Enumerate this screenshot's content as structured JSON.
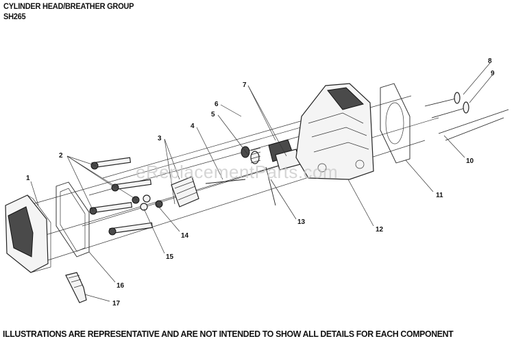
{
  "header": {
    "title": "CYLINDER HEAD/BREATHER GROUP",
    "model": "SH265"
  },
  "watermark": "eReplacementParts.com",
  "footer": "ILLUSTRATIONS ARE REPRESENTATIVE AND ARE NOT INTENDED TO SHOW ALL DETAILS FOR EACH COMPONENT",
  "callouts": {
    "c1": "1",
    "c2": "2",
    "c3": "3",
    "c4": "4",
    "c5": "5",
    "c6": "6",
    "c7": "7",
    "c8": "8",
    "c9": "9",
    "c10": "10",
    "c11": "11",
    "c12": "12",
    "c13": "13",
    "c14": "14",
    "c15": "15",
    "c16": "16",
    "c17": "17"
  }
}
